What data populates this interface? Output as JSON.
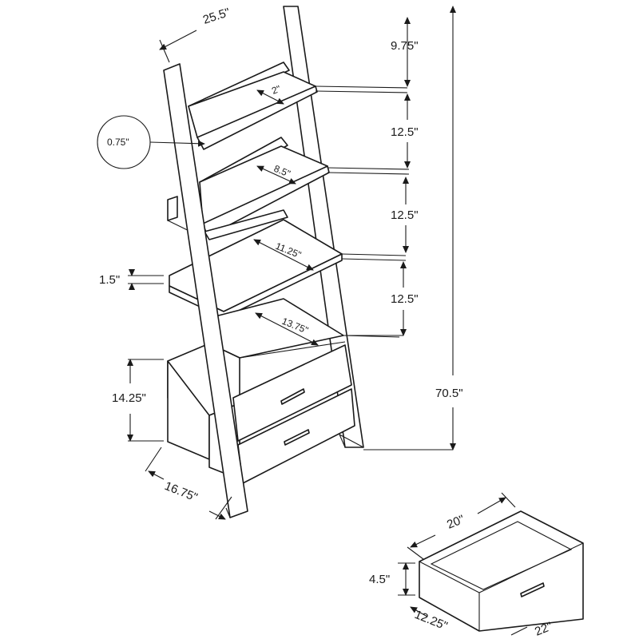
{
  "dimensions": {
    "overall_width": "25.5\"",
    "shelf_gap_top": "9.75\"",
    "shelf_gap_1": "12.5\"",
    "shelf_gap_2": "12.5\"",
    "shelf_gap_3": "12.5\"",
    "overall_height": "70.5\"",
    "board_thickness": "0.75\"",
    "lip_height": "1.5\"",
    "shelf_depth_1": "2\"",
    "shelf_depth_2": "8.5\"",
    "shelf_depth_3": "11.25\"",
    "shelf_depth_4": "13.75\"",
    "cabinet_height": "14.25\"",
    "base_depth": "16.75\"",
    "drawer_width": "20\"",
    "drawer_height": "4.5\"",
    "drawer_depth": "12.25\"",
    "drawer_outer_width": "22\""
  }
}
